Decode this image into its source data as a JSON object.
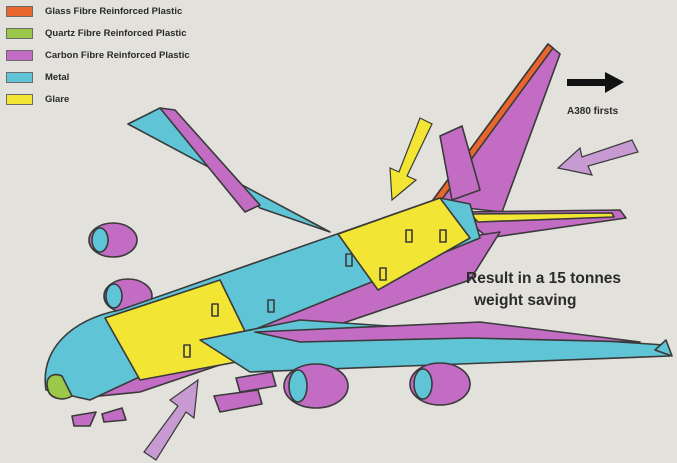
{
  "legend": {
    "items": [
      {
        "label": "Glass Fibre Reinforced Plastic",
        "color": "#e8662c"
      },
      {
        "label": "Quartz Fibre Reinforced Plastic",
        "color": "#9cc84a"
      },
      {
        "label": "Carbon Fibre Reinforced Plastic",
        "color": "#c26cc3"
      },
      {
        "label": "Metal",
        "color": "#5ec4d6"
      },
      {
        "label": "Glare",
        "color": "#f3e534"
      }
    ]
  },
  "annotations": {
    "a380_firsts": "A380 firsts",
    "result_line1": "Result in a 15 tonnes",
    "result_line2": "weight saving"
  },
  "arrow_colors": {
    "black": "#111111",
    "yellow": "#f3e534",
    "purple": "#c79ad2"
  }
}
